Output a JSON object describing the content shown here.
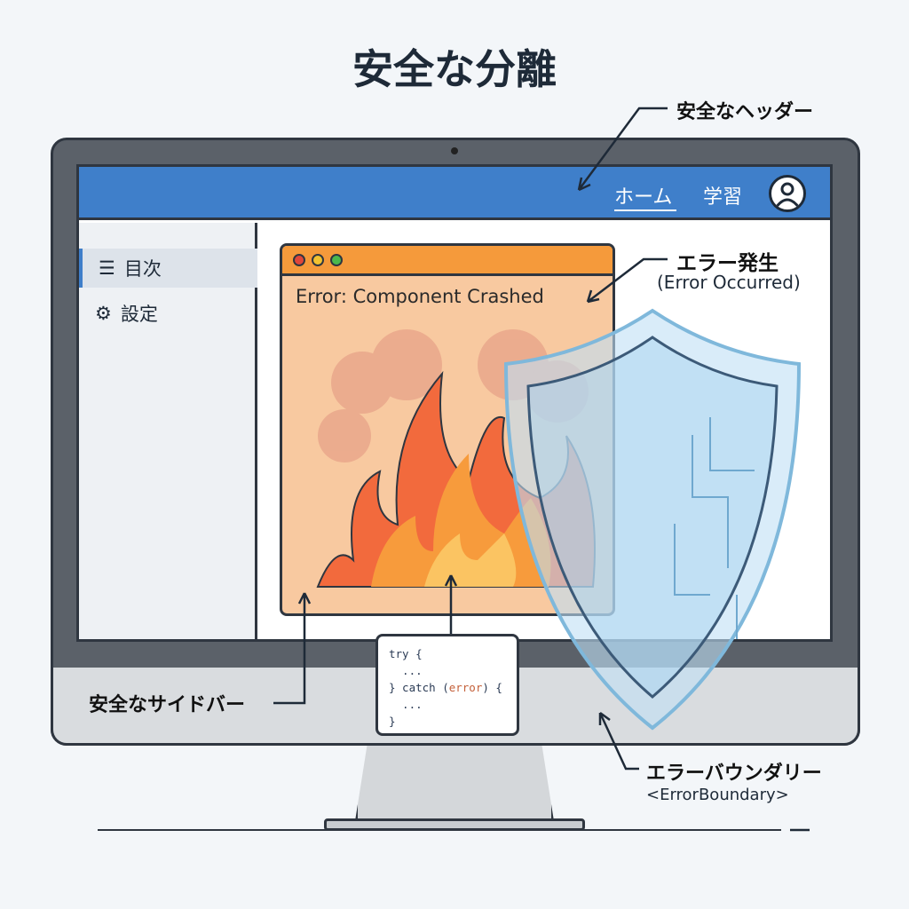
{
  "title": "安全な分離",
  "header": {
    "nav": [
      "ホーム",
      "学習"
    ],
    "avatar_icon": "user-circle-icon",
    "color": "#3f7fca"
  },
  "sidebar": {
    "items": [
      {
        "icon": "list-icon",
        "label": "目次"
      },
      {
        "icon": "gear-icon",
        "label": "設定"
      }
    ]
  },
  "error_window": {
    "title": "Error: Component Crashed",
    "color": "#f59a3b"
  },
  "code": {
    "lines": [
      "try {",
      "  ...",
      "} catch (",
      "error",
      ") {",
      "  ...",
      "}"
    ]
  },
  "labels": {
    "safe_header": "安全なヘッダー",
    "error_occurred_jp": "エラー発生",
    "error_occurred_en": "(Error Occurred)",
    "safe_sidebar": "安全なサイドバー",
    "error_boundary_jp": "エラーバウンダリー",
    "error_boundary_en": "<ErrorBoundary>"
  }
}
